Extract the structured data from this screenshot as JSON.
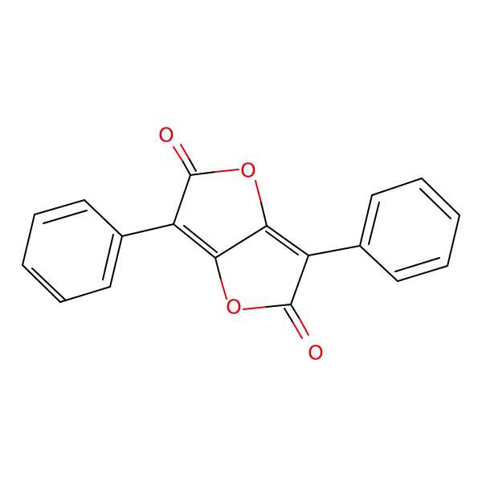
{
  "molecule": {
    "atom_labels": {
      "o_carbonyl_top": "O",
      "o_ring_top": "O",
      "o_ring_bottom": "O",
      "o_carbonyl_bottom": "O"
    }
  },
  "colors": {
    "background": "#ffffff",
    "bond": "#000000",
    "oxygen": "#e8000b"
  }
}
